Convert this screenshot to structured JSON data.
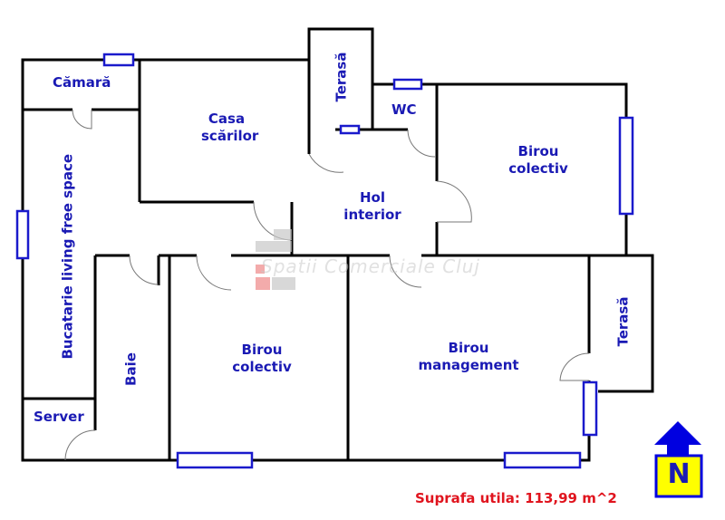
{
  "rooms": {
    "camara": "Cămară",
    "casa_scarilor_1": "Casa",
    "casa_scarilor_2": "scărilor",
    "terasa_top": "Terasă",
    "wc": "WC",
    "birou_colectiv_right_1": "Birou",
    "birou_colectiv_right_2": "colectiv",
    "hol_1": "Hol",
    "hol_2": "interior",
    "bucatarie": "Bucatarie living free space",
    "baie": "Baie",
    "server": "Server",
    "birou_colectiv_mid_1": "Birou",
    "birou_colectiv_mid_2": "colectiv",
    "birou_management_1": "Birou",
    "birou_management_2": "management",
    "terasa_right": "Terasă"
  },
  "area_label": "Suprafa utila: 113,99 m^2",
  "watermark": "Spatii Comerciale Cluj",
  "compass": {
    "label": "N",
    "arrow_color": "#0000e0",
    "box_color": "#ffff00"
  },
  "colors": {
    "room_label": "#1a1ab4",
    "area_label": "#e0141e",
    "window": "#1a1acc"
  }
}
